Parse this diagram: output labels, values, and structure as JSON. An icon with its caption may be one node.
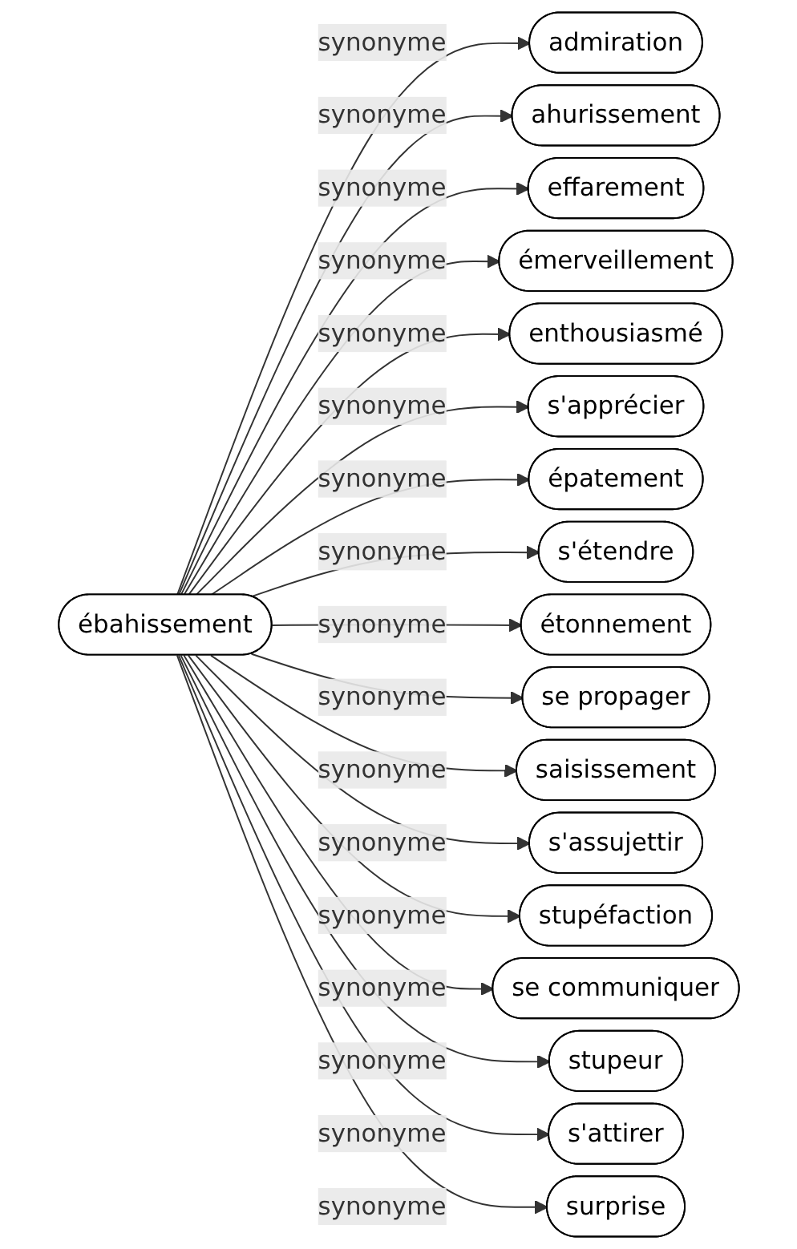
{
  "diagram": {
    "nodes": [
      {
        "text": [
          "ébahissement"
        ]
      },
      {
        "text": [
          "admiration"
        ]
      },
      {
        "text": [
          "ahurissement"
        ]
      },
      {
        "text": [
          "effarement"
        ]
      },
      {
        "text": [
          "émerveillement"
        ]
      },
      {
        "text": [
          "enthousiasmé"
        ]
      },
      {
        "text": [
          "s'apprécier"
        ]
      },
      {
        "text": [
          "épatement"
        ]
      },
      {
        "text": [
          "s'étendre"
        ]
      },
      {
        "text": [
          "étonnement"
        ]
      },
      {
        "text": [
          "se propager"
        ]
      },
      {
        "text": [
          "saisissement"
        ]
      },
      {
        "text": [
          "s'assujettir"
        ]
      },
      {
        "text": [
          "stupéfaction"
        ]
      },
      {
        "text": [
          "se communiquer"
        ]
      },
      {
        "text": [
          "stupeur"
        ]
      },
      {
        "text": [
          "s'attirer"
        ]
      },
      {
        "text": [
          "surprise"
        ]
      }
    ],
    "edges": [
      {
        "from": 0,
        "to": 1,
        "arrow": "to",
        "label": "synonyme"
      },
      {
        "from": 0,
        "to": 2,
        "arrow": "to",
        "label": "synonyme"
      },
      {
        "from": 0,
        "to": 3,
        "arrow": "to",
        "label": "synonyme"
      },
      {
        "from": 0,
        "to": 4,
        "arrow": "to",
        "label": "synonyme"
      },
      {
        "from": 0,
        "to": 5,
        "arrow": "to",
        "label": "synonyme"
      },
      {
        "from": 0,
        "to": 6,
        "arrow": "to",
        "label": "synonyme"
      },
      {
        "from": 0,
        "to": 7,
        "arrow": "to",
        "label": "synonyme"
      },
      {
        "from": 0,
        "to": 8,
        "arrow": "to",
        "label": "synonyme"
      },
      {
        "from": 0,
        "to": 9,
        "arrow": "to",
        "label": "synonyme"
      },
      {
        "from": 0,
        "to": 10,
        "arrow": "to",
        "label": "synonyme"
      },
      {
        "from": 0,
        "to": 11,
        "arrow": "to",
        "label": "synonyme"
      },
      {
        "from": 0,
        "to": 12,
        "arrow": "to",
        "label": "synonyme"
      },
      {
        "from": 0,
        "to": 13,
        "arrow": "to",
        "label": "synonyme"
      },
      {
        "from": 0,
        "to": 14,
        "arrow": "to",
        "label": "synonyme"
      },
      {
        "from": 0,
        "to": 15,
        "arrow": "to",
        "label": "synonyme"
      },
      {
        "from": 0,
        "to": 16,
        "arrow": "to",
        "label": "synonyme"
      },
      {
        "from": 0,
        "to": 17,
        "arrow": "to",
        "label": "synonyme"
      }
    ]
  }
}
